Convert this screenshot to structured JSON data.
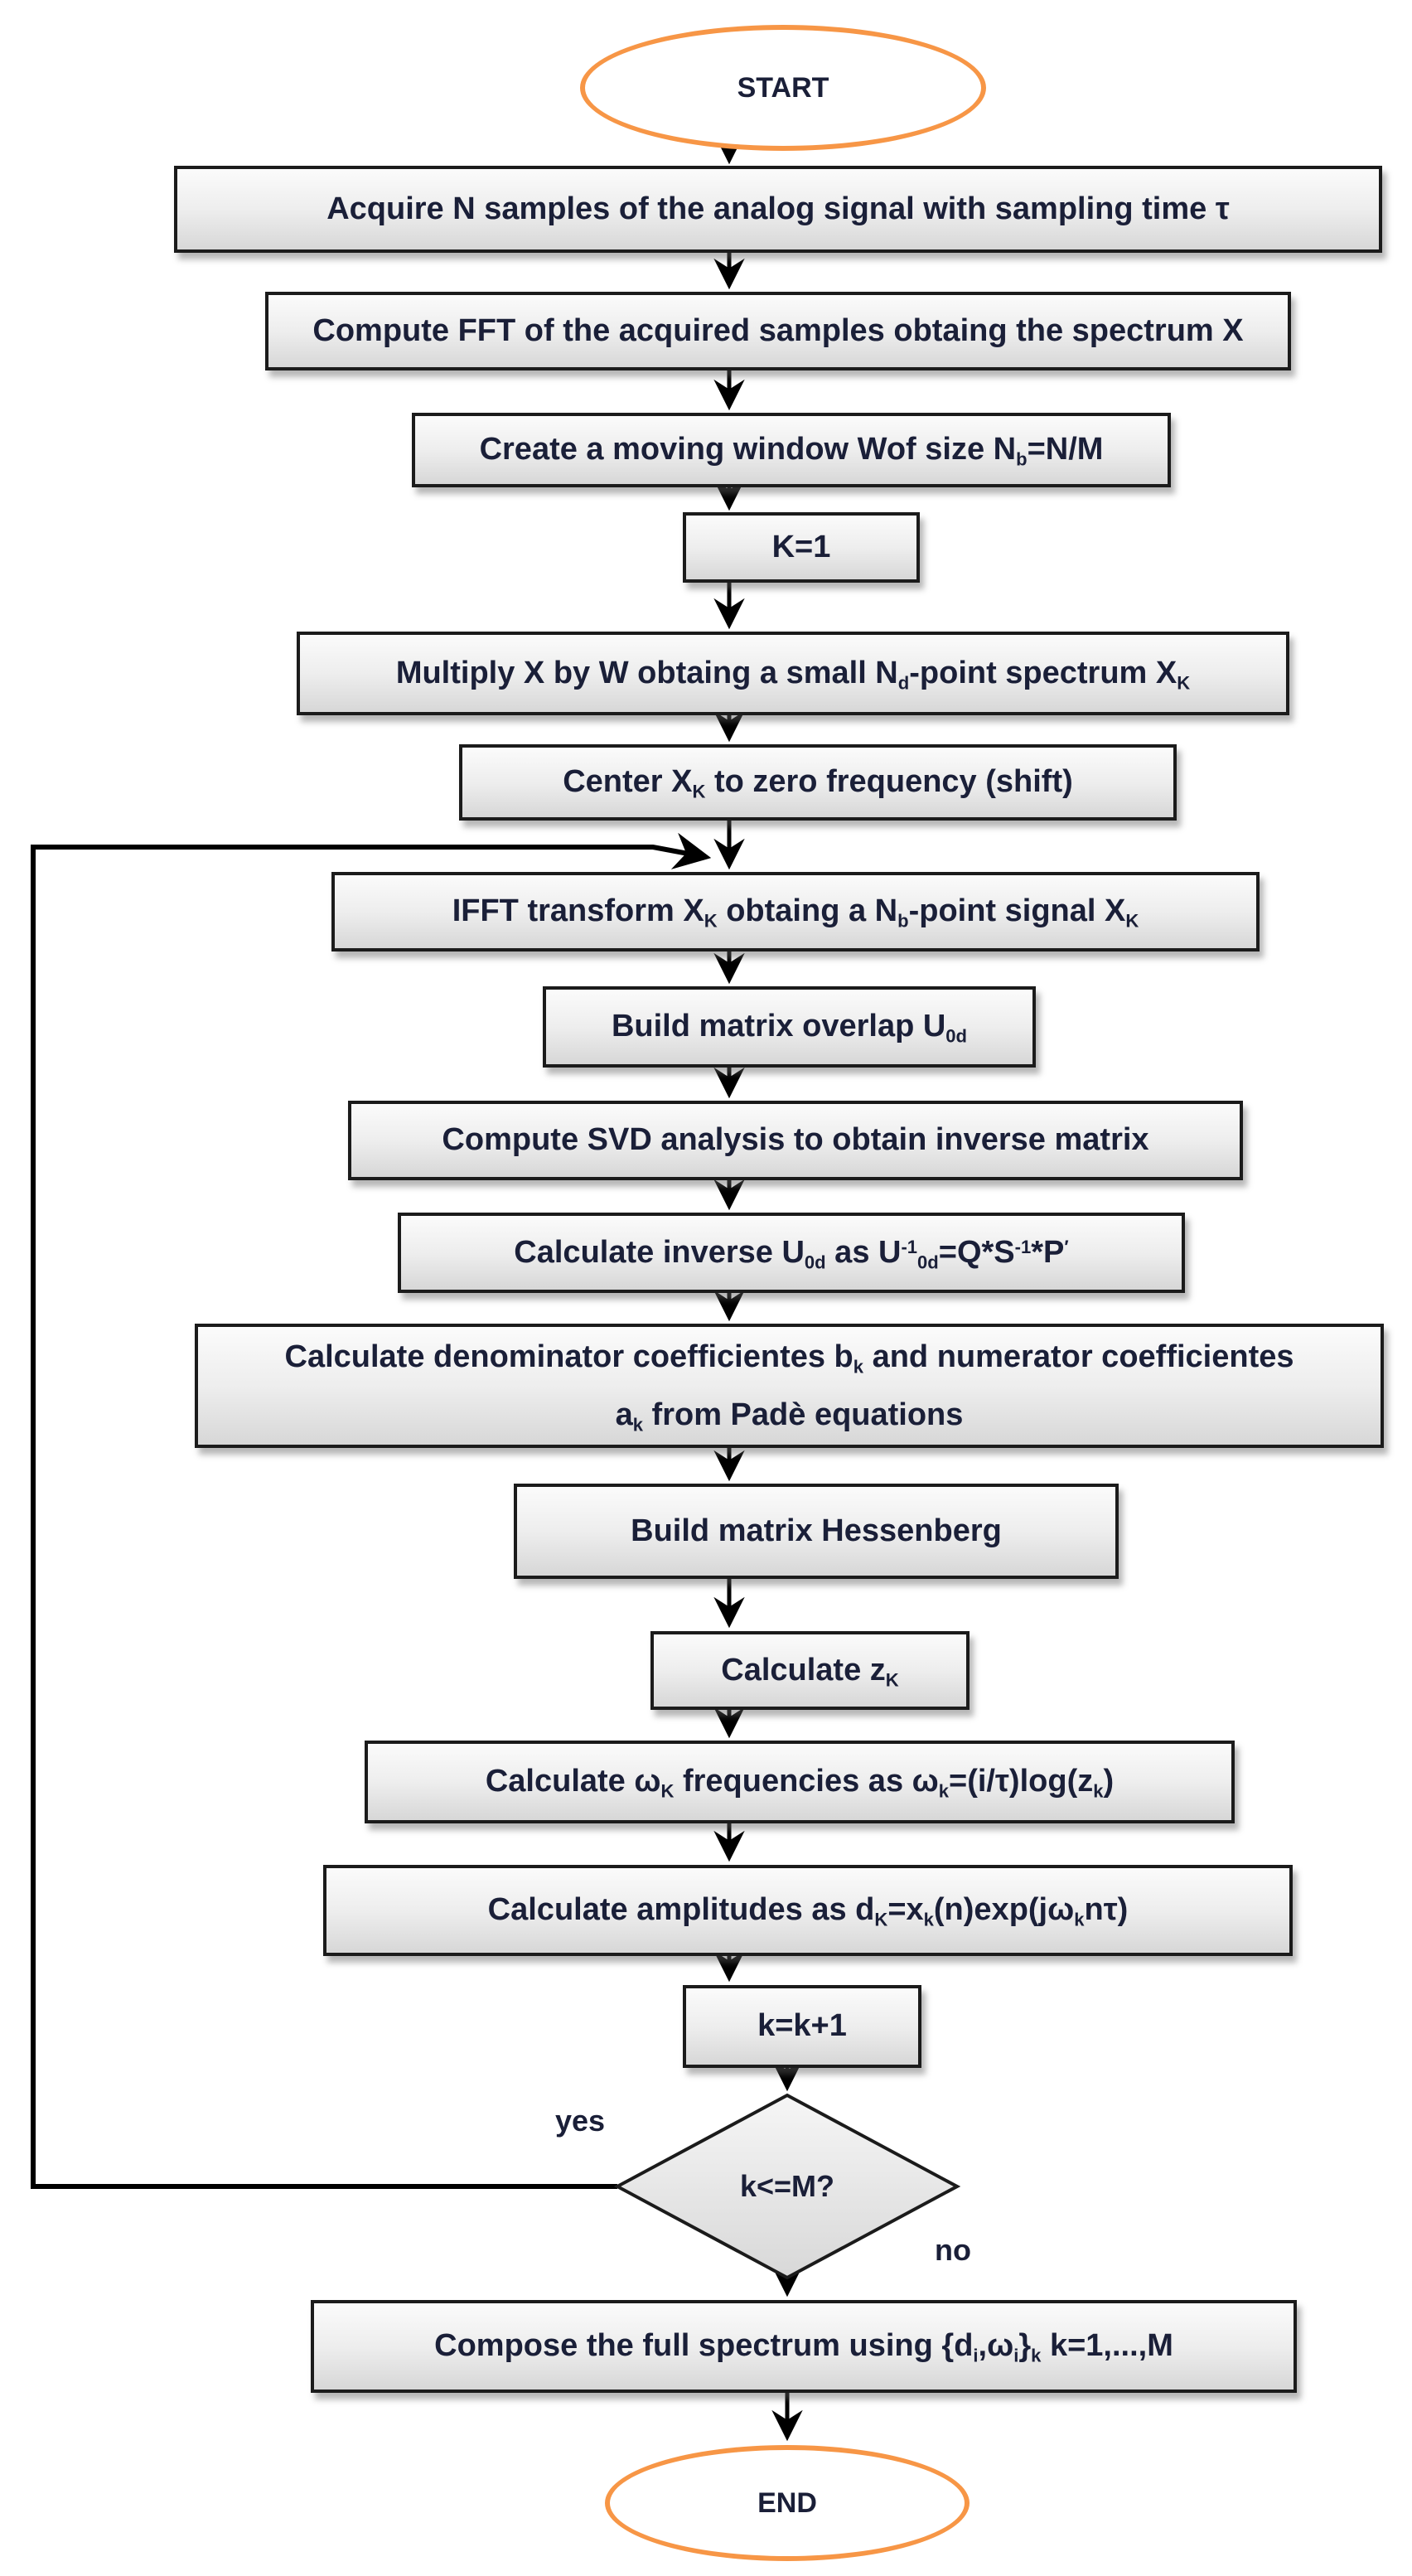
{
  "flowchart": {
    "colors": {
      "terminal_border": "#f79646",
      "box_border": "#1b1b1b",
      "text_color": "#1a1f38",
      "arrow_color": "#000000"
    },
    "edge_labels": {
      "yes": "yes",
      "no": "no"
    },
    "nodes": [
      {
        "id": "start",
        "kind": "terminal",
        "label": [
          {
            "t": "START"
          }
        ]
      },
      {
        "id": "acquire-samples",
        "kind": "process",
        "label": [
          {
            "t": "Acquire N samples of the analog signal with sampling time τ"
          }
        ]
      },
      {
        "id": "compute-fft",
        "kind": "process",
        "label": [
          {
            "t": "Compute FFT of the acquired samples obtaing the spectrum X"
          }
        ]
      },
      {
        "id": "create-window",
        "kind": "process",
        "label": [
          {
            "t": "Create a moving window Wof size N"
          },
          {
            "sub": "b"
          },
          {
            "t": "=N/M"
          }
        ]
      },
      {
        "id": "init-k",
        "kind": "process",
        "label": [
          {
            "t": "K=1"
          }
        ]
      },
      {
        "id": "multiply-window",
        "kind": "process",
        "label": [
          {
            "t": "Multiply X by W obtaing a small N"
          },
          {
            "sub": "d"
          },
          {
            "t": "-point spectrum X"
          },
          {
            "sub": "K"
          }
        ]
      },
      {
        "id": "center-shift",
        "kind": "process",
        "label": [
          {
            "t": "Center X"
          },
          {
            "sub": "K"
          },
          {
            "t": " to zero frequency (shift)"
          }
        ]
      },
      {
        "id": "ifft-transform",
        "kind": "process",
        "label": [
          {
            "t": "IFFT transform X"
          },
          {
            "sub": "K"
          },
          {
            "t": " obtaing a N"
          },
          {
            "sub": "b"
          },
          {
            "t": "-point signal X"
          },
          {
            "sub": "K"
          }
        ]
      },
      {
        "id": "build-overlap",
        "kind": "process",
        "label": [
          {
            "t": "Build matrix overlap U"
          },
          {
            "sub": "0d"
          }
        ]
      },
      {
        "id": "compute-svd",
        "kind": "process",
        "label": [
          {
            "t": "Compute SVD analysis to obtain inverse matrix"
          }
        ]
      },
      {
        "id": "calc-inverse",
        "kind": "process",
        "label": [
          {
            "t": "Calculate inverse U"
          },
          {
            "sub": "0d"
          },
          {
            "t": " as U"
          },
          {
            "sup": "-1"
          },
          {
            "sub": "0d"
          },
          {
            "t": "=Q*S"
          },
          {
            "sup": "-1"
          },
          {
            "t": "*P"
          },
          {
            "sup": "′"
          }
        ]
      },
      {
        "id": "calc-coefficients",
        "kind": "process",
        "label": [
          {
            "t": "Calculate denominator coefficientes b"
          },
          {
            "sub": "k"
          },
          {
            "t": " and numerator coefficientes"
          },
          {
            "br": true
          },
          {
            "t": "a"
          },
          {
            "sub": "k"
          },
          {
            "t": " from Padè equations"
          }
        ]
      },
      {
        "id": "build-hessenberg",
        "kind": "process",
        "label": [
          {
            "t": "Build matrix Hessenberg"
          }
        ]
      },
      {
        "id": "calc-zk",
        "kind": "process",
        "label": [
          {
            "t": "Calculate z"
          },
          {
            "sub": "K"
          }
        ]
      },
      {
        "id": "calc-frequencies",
        "kind": "process",
        "label": [
          {
            "t": "Calculate ω"
          },
          {
            "sub": "K"
          },
          {
            "t": " frequencies as ω"
          },
          {
            "sub": "k"
          },
          {
            "t": "=(i/τ)log(z"
          },
          {
            "sub": "k"
          },
          {
            "t": ")"
          }
        ]
      },
      {
        "id": "calc-amplitudes",
        "kind": "process",
        "label": [
          {
            "t": "Calculate amplitudes as d"
          },
          {
            "sub": "K"
          },
          {
            "t": "=x"
          },
          {
            "sub": "k"
          },
          {
            "t": "(n)exp(jω"
          },
          {
            "sub": "k"
          },
          {
            "t": "nτ)"
          }
        ]
      },
      {
        "id": "increment-k",
        "kind": "process",
        "label": [
          {
            "t": "k=k+1"
          }
        ]
      },
      {
        "id": "loop-decision",
        "kind": "decision",
        "label": [
          {
            "t": "k<=M?"
          }
        ]
      },
      {
        "id": "compose-spectrum",
        "kind": "process",
        "label": [
          {
            "t": "Compose the full spectrum using {d"
          },
          {
            "sub": "i"
          },
          {
            "t": ",ω"
          },
          {
            "sub": "i"
          },
          {
            "t": "}"
          },
          {
            "sub": "k"
          },
          {
            "t": " k=1,...,M"
          }
        ]
      },
      {
        "id": "end",
        "kind": "terminal",
        "label": [
          {
            "t": "END"
          }
        ]
      }
    ]
  }
}
